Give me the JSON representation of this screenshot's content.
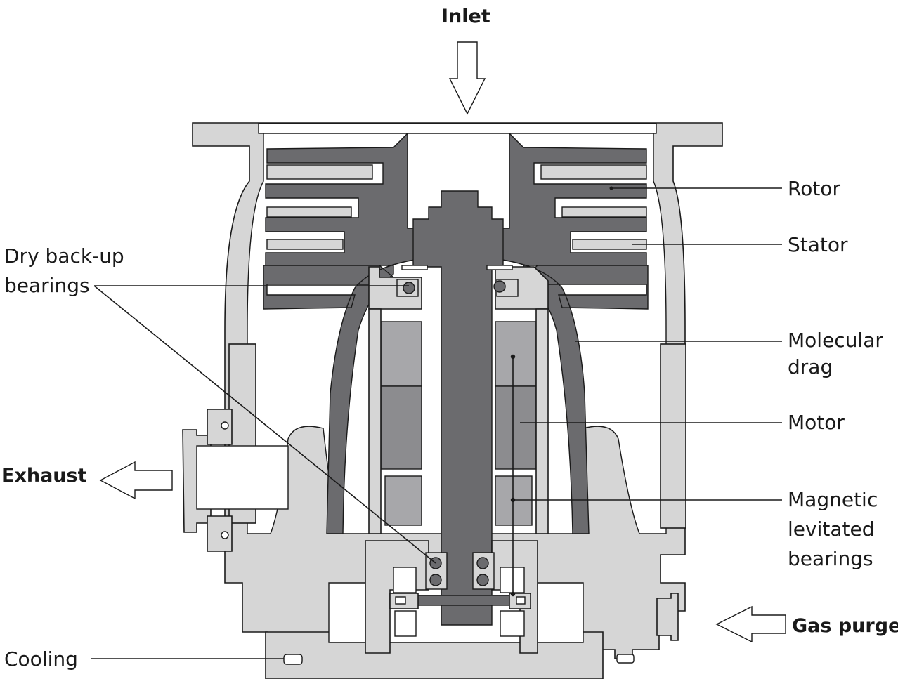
{
  "labels": {
    "inlet": "Inlet",
    "exhaust": "Exhaust",
    "gas_purge": "Gas purge",
    "rotor": "Rotor",
    "stator": "Stator",
    "molecular_drag_1": "Molecular",
    "molecular_drag_2": "drag",
    "motor": "Motor",
    "magnetic_1": "Magnetic",
    "magnetic_2": "levitated",
    "magnetic_3": "bearings",
    "dry_1": "Dry back-up",
    "dry_2": "bearings",
    "cooling": "Cooling"
  },
  "colors": {
    "housing": "#d6d6d6",
    "rotor": "#6b6b6e",
    "motor": "#8c8c8f",
    "line": "#1a1a1a"
  }
}
